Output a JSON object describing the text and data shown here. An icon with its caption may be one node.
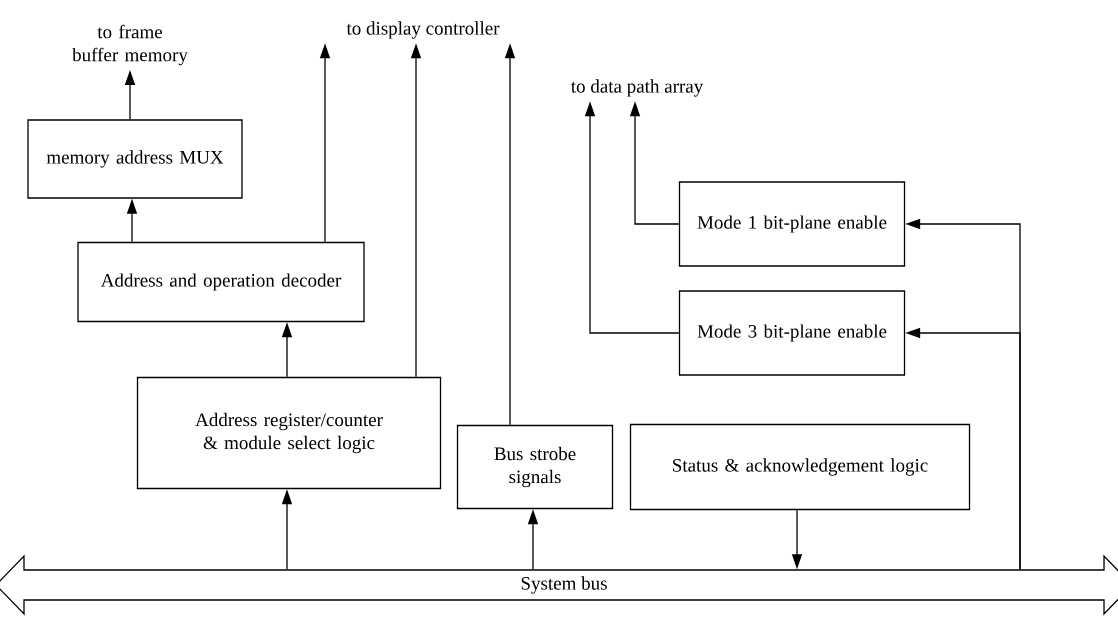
{
  "diagram": {
    "nodes": [
      {
        "text": [
          "to frame buffer memory"
        ]
      },
      {
        "text": [
          "to display controller"
        ]
      },
      {
        "text": [
          "to data path array"
        ]
      },
      {
        "text": [
          "memory address MUX"
        ]
      },
      {
        "text": [
          "Address and operation decoder"
        ]
      },
      {
        "text": [
          "Address register/counter & module select logic"
        ]
      },
      {
        "text": [
          "Bus strobe signals"
        ]
      },
      {
        "text": [
          "Status & acknowledgement logic"
        ]
      },
      {
        "text": [
          "Mode 1 bit-plane enable"
        ]
      },
      {
        "text": [
          "Mode 3 bit-plane enable"
        ]
      },
      {
        "text": [
          "System bus"
        ]
      }
    ],
    "edges": [
      {
        "from": 3,
        "to": 0,
        "arrow": "to"
      },
      {
        "from": 4,
        "to": 3,
        "arrow": "to"
      },
      {
        "from": 4,
        "to": 1,
        "arrow": "to"
      },
      {
        "from": 5,
        "to": 4,
        "arrow": "to"
      },
      {
        "from": 5,
        "to": 1,
        "arrow": "to"
      },
      {
        "from": 6,
        "to": 1,
        "arrow": "to"
      },
      {
        "from": 10,
        "to": 5,
        "arrow": "to"
      },
      {
        "from": 10,
        "to": 6,
        "arrow": "to"
      },
      {
        "from": 7,
        "to": 10,
        "arrow": "to"
      },
      {
        "from": 8,
        "to": 2,
        "arrow": "to"
      },
      {
        "from": 9,
        "to": 2,
        "arrow": "to"
      },
      {
        "from": 10,
        "to": 8,
        "arrow": "to"
      },
      {
        "from": 10,
        "to": 9,
        "arrow": "to"
      }
    ]
  }
}
